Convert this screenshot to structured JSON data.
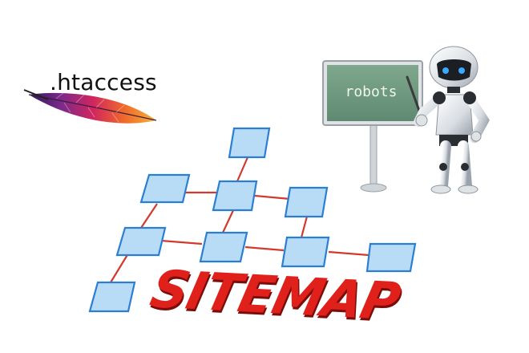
{
  "htaccess": {
    "label": ".htaccess"
  },
  "board": {
    "label": "robots"
  },
  "sitemap": {
    "title": "SITEMAP"
  },
  "colors": {
    "node_fill": "#b9dcf6",
    "node_stroke": "#2a7fd3",
    "connector": "#d23a2c",
    "title": "#e0201a",
    "board": "#6f9b80"
  },
  "icons": [
    "apache-feather-icon",
    "robot-icon",
    "chalkboard-icon",
    "pointer-stick-icon"
  ]
}
